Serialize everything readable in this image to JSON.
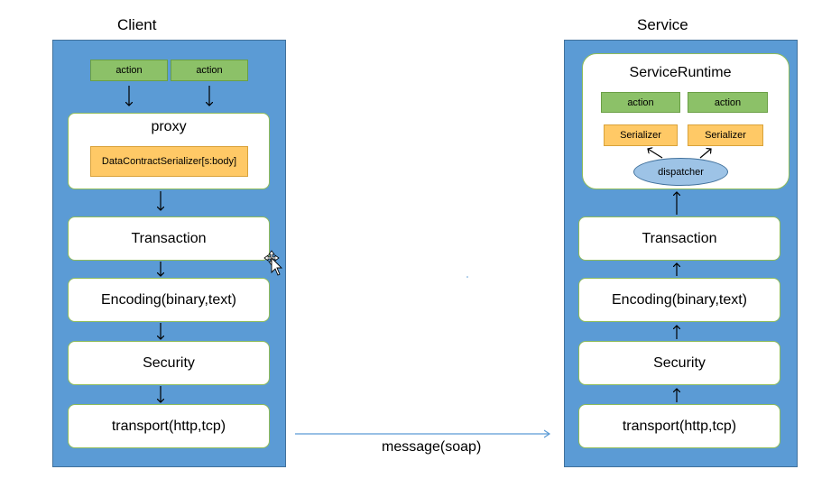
{
  "client": {
    "title": "Client",
    "actions": [
      "action",
      "action"
    ],
    "proxy": {
      "label": "proxy",
      "serializer": "DataContractSerializer[s:body]"
    },
    "layers": [
      "Transaction",
      "Encoding(binary,text)",
      "Security",
      "transport(http,tcp)"
    ]
  },
  "service": {
    "title": "Service",
    "runtime": {
      "label": "ServiceRuntime",
      "actions": [
        "action",
        "action"
      ],
      "serializers": [
        "Serializer",
        "Serializer"
      ],
      "dispatcher": "dispatcher"
    },
    "layers": [
      "Transaction",
      "Encoding(binary,text)",
      "Security",
      "transport(http,tcp)"
    ]
  },
  "connection": {
    "label": "message(soap)"
  },
  "colors": {
    "panel": "#5b9bd5",
    "action": "#8cc168",
    "serializer": "#ffc966",
    "dispatcher": "#9dc3e6",
    "arrow": "#5b9bd5"
  }
}
